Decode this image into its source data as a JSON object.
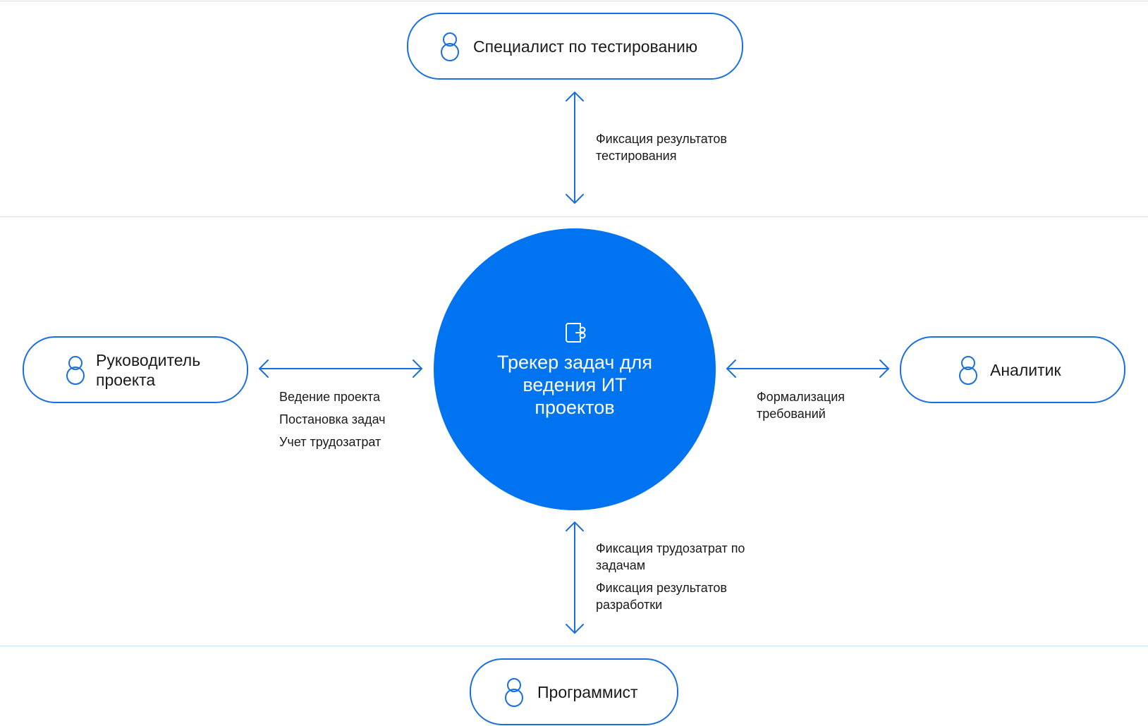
{
  "center": {
    "title": "Трекер задач для ведения ИТ проектов",
    "icon": "tracker-icon"
  },
  "roles": {
    "tester": "Специалист по тестированию",
    "pm": "Руководитель проекта",
    "analyst": "Аналитик",
    "programmer": "Программист"
  },
  "flows": {
    "tester": [
      "Фиксация результатов тестирования"
    ],
    "pm": [
      "Ведение проекта",
      "Постановка задач",
      "Учет трудозатрат"
    ],
    "analyst": [
      "Формализация требований"
    ],
    "programmer": [
      "Фиксация трудозатрат по задачам",
      "Фиксация результатов разработки"
    ]
  },
  "colors": {
    "accent": "#0074f0",
    "stroke": "#1a6fe0",
    "divider": "#c9e1f7"
  }
}
